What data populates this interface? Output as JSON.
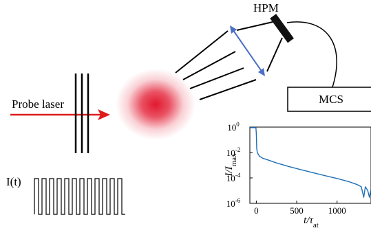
{
  "labels": {
    "probe_laser": "Probe laser",
    "hpm": "HPM",
    "mcs": "MCS",
    "intensity_signal": "I(t)"
  },
  "colors": {
    "laser_beam": "#e01b1b",
    "atom_cloud": "#e2182f",
    "lens": "#4a6fc4",
    "decay_trace": "#1f6fb6"
  },
  "pulse_train": {
    "pulses": 12
  },
  "chart_data": {
    "type": "line",
    "title": "",
    "xlabel": "t/τ_at",
    "ylabel": "I/I_max",
    "yscale": "log",
    "xlim": [
      -80,
      1420
    ],
    "ylim": [
      1e-06,
      1
    ],
    "xticks": [
      0,
      500,
      1000
    ],
    "yticks": [
      1,
      0.01,
      0.0001,
      1e-06
    ],
    "ytick_labels": [
      {
        "base": "10",
        "exp": "0"
      },
      {
        "base": "10",
        "exp": "-2"
      },
      {
        "base": "10",
        "exp": "-4"
      },
      {
        "base": "10",
        "exp": "-6"
      }
    ],
    "grid": false,
    "series": [
      {
        "x": [
          -80,
          -20,
          -5,
          0,
          5,
          10,
          20,
          40,
          80,
          150,
          250,
          400,
          550,
          700,
          850,
          1000,
          1150,
          1250,
          1300,
          1330,
          1350,
          1380,
          1400,
          1420
        ],
        "y": [
          0.9,
          0.9,
          0.9,
          0.3,
          0.02,
          0.012,
          0.008,
          0.005,
          0.0035,
          0.0025,
          0.0015,
          0.0008,
          0.00045,
          0.00026,
          0.00015,
          9e-05,
          5e-05,
          3e-05,
          2e-05,
          3e-06,
          2e-05,
          1e-05,
          3e-06,
          1.2e-05
        ]
      }
    ]
  }
}
